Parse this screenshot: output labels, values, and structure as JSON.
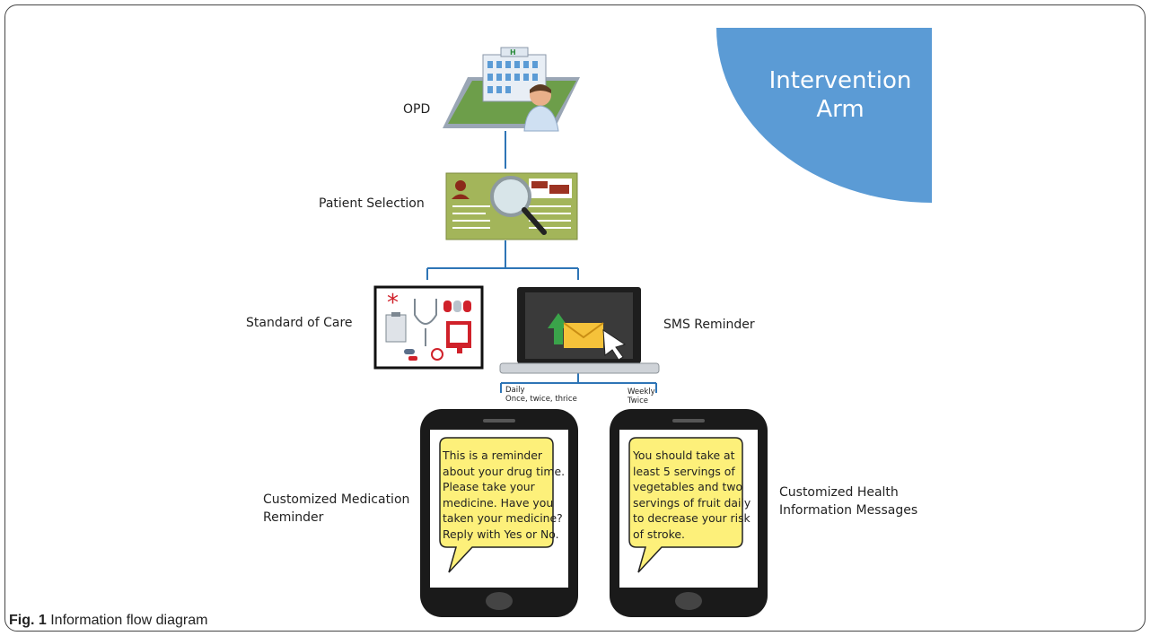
{
  "diagram": {
    "arm_label_line1": "Intervention",
    "arm_label_line2": "Arm",
    "nodes": {
      "opd": "OPD",
      "patient_selection": "Patient Selection",
      "standard_of_care": "Standard of Care",
      "sms_reminder": "SMS Reminder",
      "med_reminder_line1": "Customized Medication",
      "med_reminder_line2": "Reminder",
      "health_info_line1": "Customized Health",
      "health_info_line2": "Information Messages"
    },
    "branches": {
      "daily_line1": "Daily",
      "daily_line2": "Once, twice, thrice",
      "weekly_line1": "Weekly",
      "weekly_line2": "Twice"
    },
    "messages": {
      "medication": [
        "This is a reminder",
        "about your drug time.",
        "Please take your",
        "medicine. Have you",
        "taken your medicine?",
        "Reply with Yes or No."
      ],
      "health": [
        "You should take at",
        "least 5 servings of",
        "vegetables and two",
        "servings of fruit daily",
        "to decrease your risk",
        "of stroke."
      ]
    },
    "colors": {
      "arm_fill": "#5b9bd5",
      "connector": "#2e75b6",
      "bubble": "#fdf07a",
      "card_green": "#a3b55a"
    }
  },
  "caption": {
    "label": "Fig. 1",
    "text": "Information flow diagram"
  }
}
